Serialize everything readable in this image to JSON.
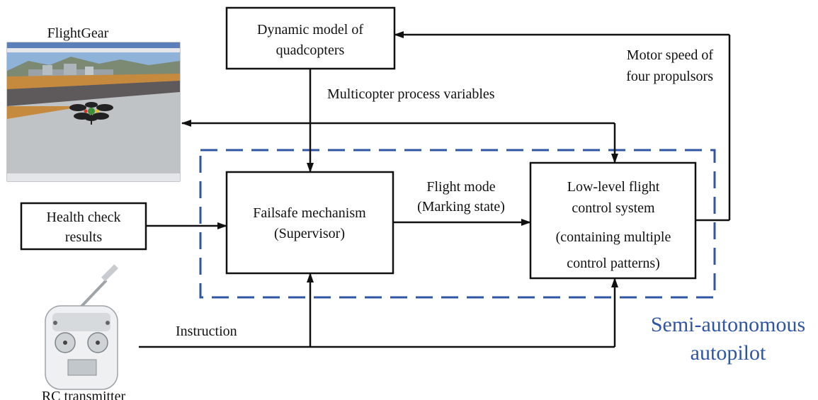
{
  "flightgear": {
    "label": "FlightGear"
  },
  "rc": {
    "label": "RC transmitter"
  },
  "boxes": {
    "dynamic_model": [
      "Dynamic model of",
      "quadcopters"
    ],
    "health_check": [
      "Health check",
      "results"
    ],
    "failsafe": [
      "Failsafe mechanism",
      "(Supervisor)"
    ],
    "low_level": [
      "Low-level flight",
      "control system",
      "(containing multiple",
      "control patterns)"
    ]
  },
  "edge_labels": {
    "process_vars": "Multicopter process variables",
    "motor_speed": [
      "Motor speed of",
      "four propulsors"
    ],
    "flight_mode": [
      "Flight mode",
      "(Marking state)"
    ],
    "instruction": "Instruction"
  },
  "region": {
    "label": [
      "Semi-autonomous",
      "autopilot"
    ],
    "color": "#2f55a4"
  }
}
